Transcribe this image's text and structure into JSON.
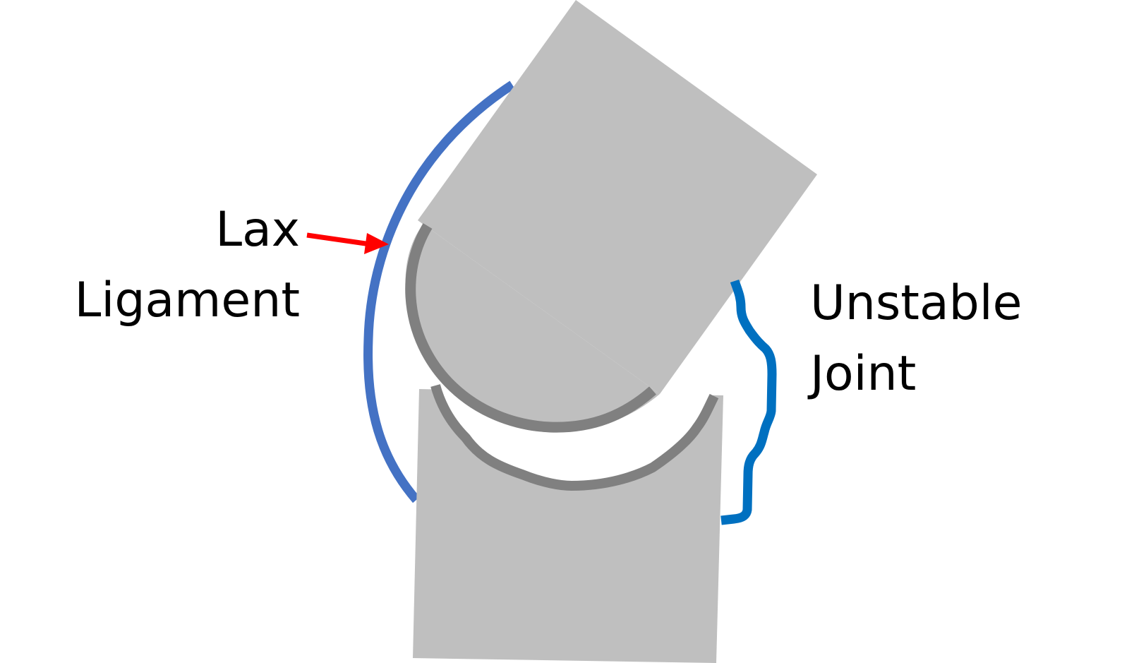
{
  "labels": {
    "lax_line1": "Lax",
    "lax_line2": "Ligament",
    "unstable_line1": "Unstable",
    "unstable_line2": "Joint"
  },
  "colors": {
    "bone": "#bfbfbf",
    "cartilage": "#808080",
    "lax_ligament": "#4472c4",
    "joint_capsule": "#0070c0",
    "arrow": "#ff0000",
    "text": "#000000",
    "background": "#ffffff"
  }
}
